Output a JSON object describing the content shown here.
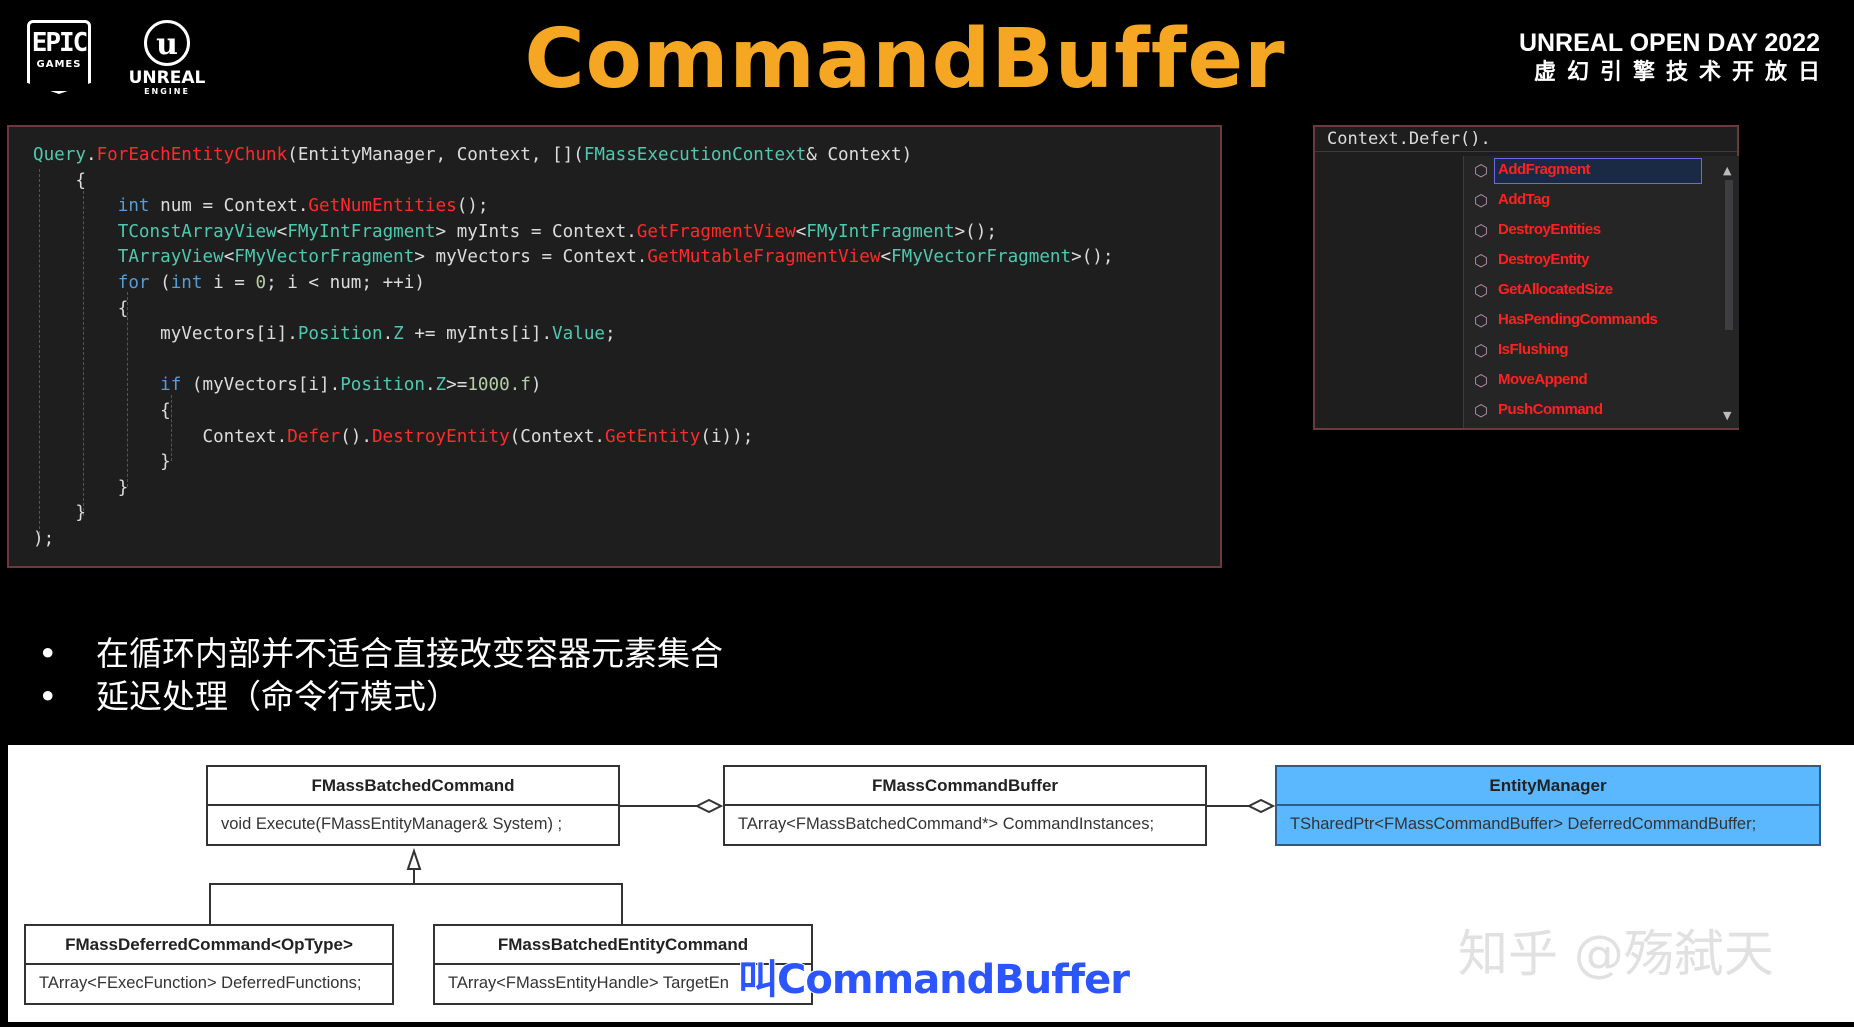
{
  "header": {
    "epic_logo_big": "EPIC",
    "epic_logo_small": "GAMES",
    "unreal_logo_mark": "u",
    "unreal_logo_name": "UNREAL",
    "unreal_logo_sub": "ENGINE",
    "title": "CommandBuffer",
    "event_line1": "UNREAL OPEN DAY 2022",
    "event_line2": "虚幻引擎技术开放日"
  },
  "code_lines": [
    [
      [
        "t",
        "Query"
      ],
      [
        "p",
        "."
      ],
      [
        "m",
        "ForEachEntityChunk"
      ],
      [
        "p",
        "(EntityManager, Context, []("
      ],
      [
        "t",
        "FMassExecutionContext"
      ],
      [
        "p",
        "& Context)"
      ]
    ],
    [
      [
        "p",
        "    {"
      ]
    ],
    [
      [
        "p",
        "        "
      ],
      [
        "k",
        "int"
      ],
      [
        "p",
        " num = Context."
      ],
      [
        "m",
        "GetNumEntities"
      ],
      [
        "p",
        "();"
      ]
    ],
    [
      [
        "p",
        "        "
      ],
      [
        "t",
        "TConstArrayView"
      ],
      [
        "p",
        "<"
      ],
      [
        "t",
        "FMyIntFragment"
      ],
      [
        "p",
        "> myInts = Context."
      ],
      [
        "m",
        "GetFragmentView"
      ],
      [
        "p",
        "<"
      ],
      [
        "t",
        "FMyIntFragment"
      ],
      [
        "p",
        ">();"
      ]
    ],
    [
      [
        "p",
        "        "
      ],
      [
        "t",
        "TArrayView"
      ],
      [
        "p",
        "<"
      ],
      [
        "t",
        "FMyVectorFragment"
      ],
      [
        "p",
        "> myVectors = Context."
      ],
      [
        "m",
        "GetMutableFragmentView"
      ],
      [
        "p",
        "<"
      ],
      [
        "t",
        "FMyVectorFragment"
      ],
      [
        "p",
        ">();"
      ]
    ],
    [
      [
        "p",
        "        "
      ],
      [
        "k",
        "for"
      ],
      [
        "p",
        " ("
      ],
      [
        "k",
        "int"
      ],
      [
        "p",
        " i = "
      ],
      [
        "n",
        "0"
      ],
      [
        "p",
        "; i < num; ++i)"
      ]
    ],
    [
      [
        "p",
        "        {"
      ]
    ],
    [
      [
        "p",
        "            myVectors[i]."
      ],
      [
        "t",
        "Position"
      ],
      [
        "p",
        "."
      ],
      [
        "t",
        "Z"
      ],
      [
        "p",
        " += myInts[i]."
      ],
      [
        "t",
        "Value"
      ],
      [
        "p",
        ";"
      ]
    ],
    [
      [
        "p",
        ""
      ]
    ],
    [
      [
        "p",
        "            "
      ],
      [
        "k",
        "if"
      ],
      [
        "p",
        " (myVectors[i]."
      ],
      [
        "t",
        "Position"
      ],
      [
        "p",
        "."
      ],
      [
        "t",
        "Z"
      ],
      [
        "p",
        ">="
      ],
      [
        "n",
        "1000.f"
      ],
      [
        "p",
        ")"
      ]
    ],
    [
      [
        "p",
        "            {"
      ]
    ],
    [
      [
        "p",
        "                Context."
      ],
      [
        "m",
        "Defer"
      ],
      [
        "p",
        "()."
      ],
      [
        "m",
        "DestroyEntity"
      ],
      [
        "p",
        "(Context."
      ],
      [
        "m",
        "GetEntity"
      ],
      [
        "p",
        "(i));"
      ]
    ],
    [
      [
        "p",
        "            }"
      ]
    ],
    [
      [
        "p",
        "        }"
      ]
    ],
    [
      [
        "p",
        "    }"
      ]
    ],
    [
      [
        "p",
        ");"
      ]
    ]
  ],
  "intellisense": {
    "typed": "Context.Defer().",
    "items": [
      "AddFragment",
      "AddTag",
      "DestroyEntities",
      "DestroyEntity",
      "GetAllocatedSize",
      "HasPendingCommands",
      "IsFlushing",
      "MoveAppend",
      "PushCommand"
    ],
    "selected_index": 0,
    "icon": "method-cube-icon"
  },
  "bullets": [
    "在循环内部并不适合直接改变容器元素集合",
    "延迟处理（命令行模式）"
  ],
  "bullet_glyph": "•",
  "diagram": {
    "batched_command": {
      "name": "FMassBatchedCommand",
      "member": "void Execute(FMassEntityManager& System) ;"
    },
    "command_buffer": {
      "name": "FMassCommandBuffer",
      "member": "TArray<FMassBatchedCommand*> CommandInstances;"
    },
    "entity_manager": {
      "name": "EntityManager",
      "member": "TSharedPtr<FMassCommandBuffer> DeferredCommandBuffer;"
    },
    "deferred_command": {
      "name": "FMassDeferredCommand<OpType>",
      "member": "TArray<FExecFunction> DeferredFunctions;"
    },
    "batched_entity_command": {
      "name": "FMassBatchedEntityCommand",
      "member": "TArray<FMassEntityHandle> TargetEn"
    }
  },
  "subtitle": "叫CommandBuffer",
  "watermark": "知乎 @殇弑天",
  "colors": {
    "title": "#f5a623",
    "code_bg": "#1e1e1e",
    "keyword": "#569cd6",
    "type": "#4ec9b0",
    "method": "#ff2a2a",
    "number": "#b5cea8",
    "highlight_class": "#5bb8ff",
    "subtitle": "#2a55ff"
  }
}
